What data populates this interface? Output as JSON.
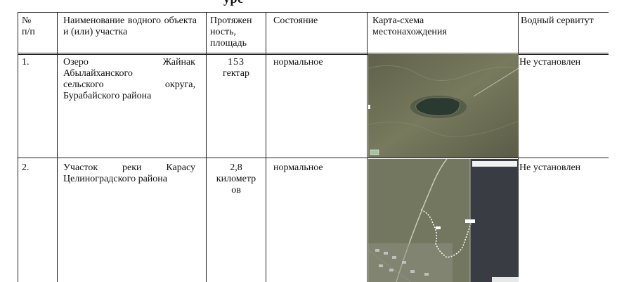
{
  "page_fragment": "урс",
  "table": {
    "headers": {
      "num": "№ п/п",
      "name": "Наименование водного объекта и (или) участка",
      "extent": "Протяжен ность, площадь",
      "state": "Состояние",
      "map": "Карта-схема местонахождения",
      "servitude": "Водный сервитут"
    },
    "rows": [
      {
        "num": "1.",
        "name_line1_a": "Озеро",
        "name_line1_b": "Жайнак",
        "name_line2": "Абылайханского",
        "name_line3_a": "сельского",
        "name_line3_b": "округа,",
        "name_line4": "Бурабайского района",
        "extent_line1": "153",
        "extent_line2": "гектар",
        "state": "нормальное",
        "servitude": "Не установлен"
      },
      {
        "num": "2.",
        "name_line1_a": "Участок",
        "name_line1_b": "реки",
        "name_line1_c": "Карасу",
        "name_line2": "Целиноградского района",
        "extent_line1": "2,8",
        "extent_line2": "километр",
        "extent_line3": "ов",
        "state": "нормальное",
        "servitude": "Не установлен"
      }
    ]
  },
  "colors": {
    "line": "#222222",
    "map_steppe": "#6e6f55",
    "map_lake": "#2d3a2f",
    "map_dark": "#3b3d45"
  }
}
